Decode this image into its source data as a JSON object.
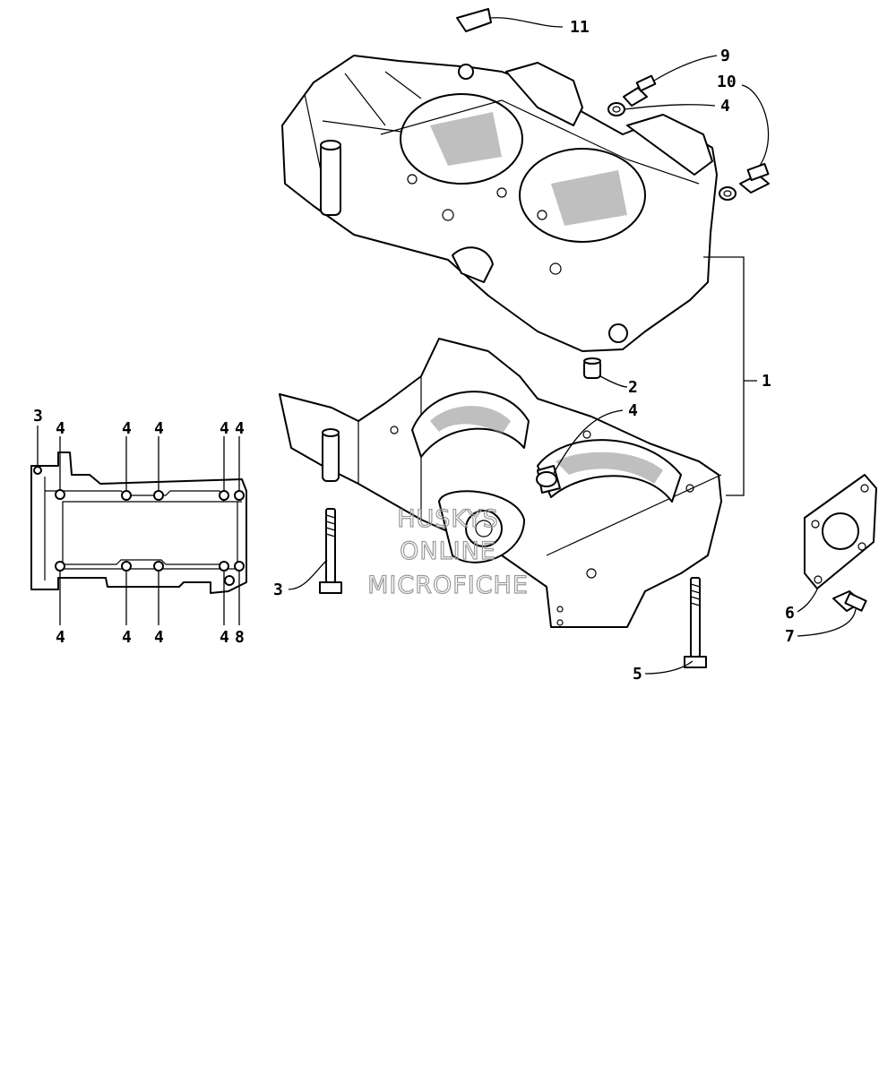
{
  "callouts": [
    {
      "id": "c1",
      "text": "1"
    },
    {
      "id": "c2",
      "text": "2"
    },
    {
      "id": "c3a",
      "text": "3"
    },
    {
      "id": "c3b",
      "text": "3"
    },
    {
      "id": "c4a",
      "text": "4"
    },
    {
      "id": "c4b",
      "text": "4"
    },
    {
      "id": "c4c",
      "text": "4"
    },
    {
      "id": "c4d",
      "text": "4"
    },
    {
      "id": "c4e",
      "text": "4"
    },
    {
      "id": "c4f",
      "text": "4"
    },
    {
      "id": "c4g",
      "text": "4"
    },
    {
      "id": "c4h",
      "text": "4"
    },
    {
      "id": "c4i",
      "text": "4"
    },
    {
      "id": "c4j",
      "text": "4"
    },
    {
      "id": "c4k",
      "text": "4"
    },
    {
      "id": "c5",
      "text": "5"
    },
    {
      "id": "c6",
      "text": "6"
    },
    {
      "id": "c7",
      "text": "7"
    },
    {
      "id": "c8",
      "text": "8"
    },
    {
      "id": "c9",
      "text": "9"
    },
    {
      "id": "c10",
      "text": "10"
    },
    {
      "id": "c11",
      "text": "11"
    }
  ],
  "watermark": [
    "HUSKYS",
    "ONLINE",
    "MICROFICHE"
  ]
}
